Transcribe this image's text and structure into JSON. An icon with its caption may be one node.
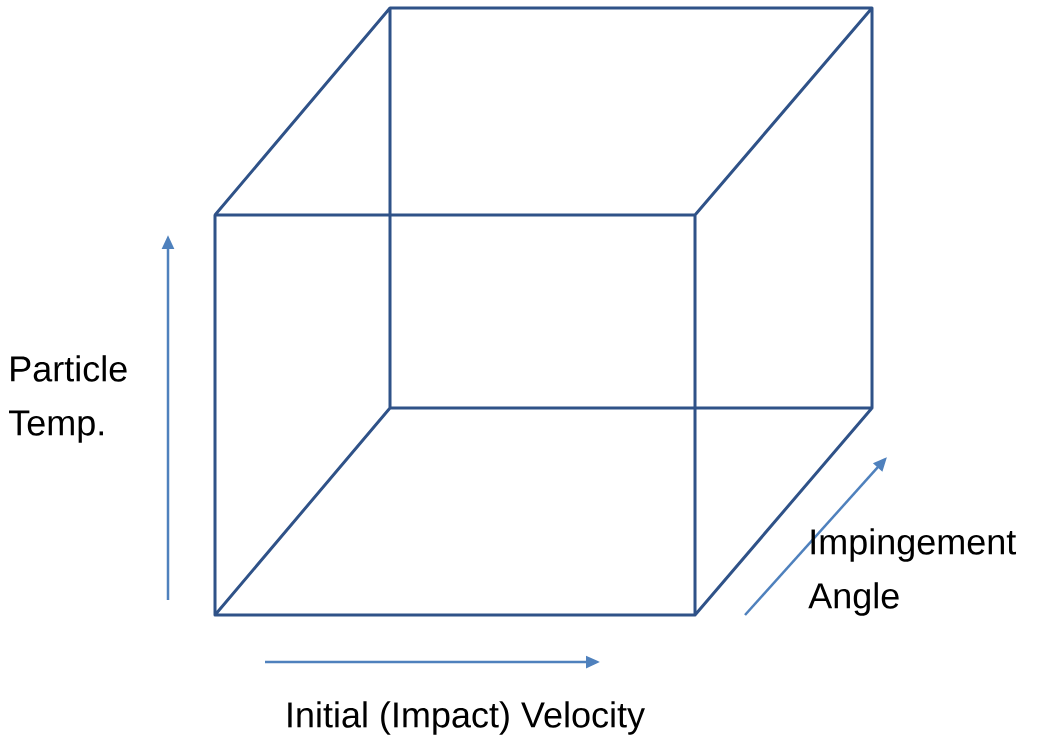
{
  "diagram": {
    "labels": [
      "Particle Temp.",
      "Impingement Angle",
      "Initial (Impact) Velocity"
    ]
  }
}
